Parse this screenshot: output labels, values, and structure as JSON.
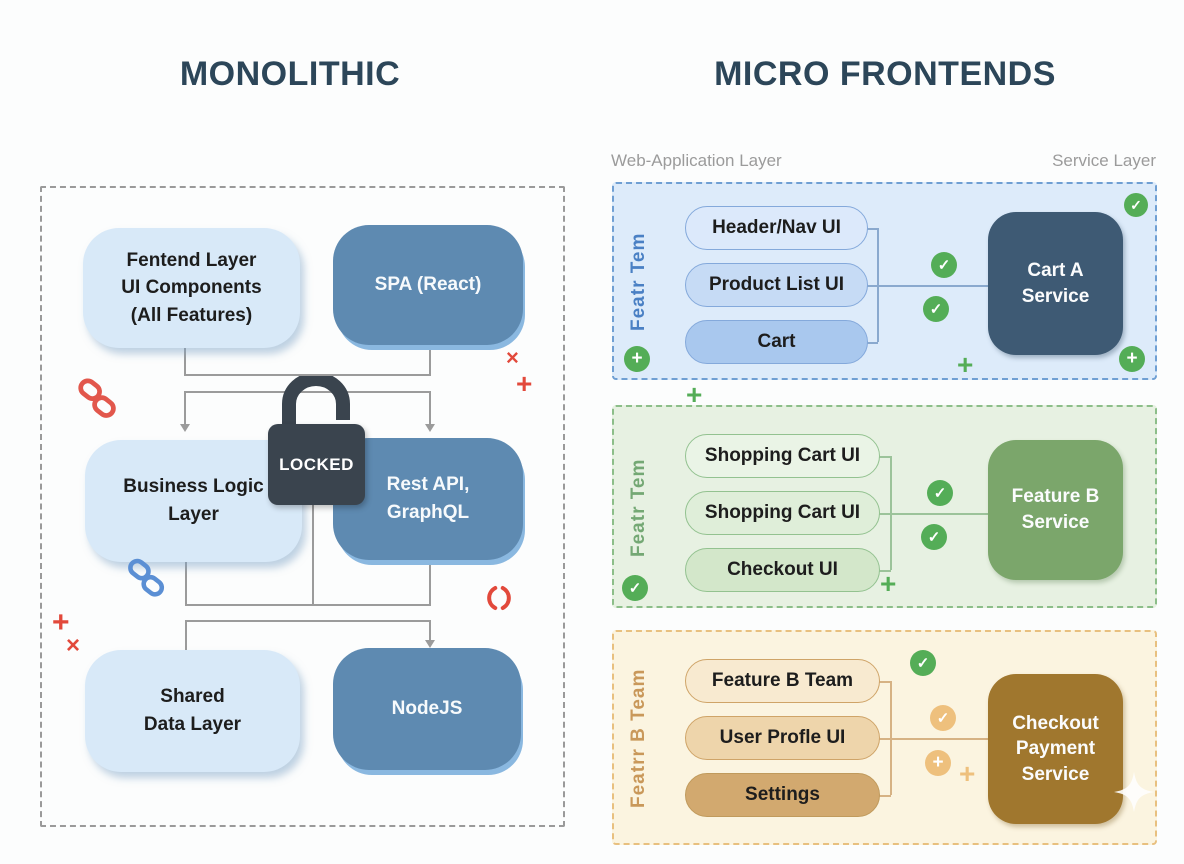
{
  "titles": {
    "left": "MONOLITHIC",
    "right": "MICRO FRONTENDS"
  },
  "layer_labels": {
    "web": "Web-Application Layer",
    "service": "Service Layer"
  },
  "monolith": {
    "frontend": "Fentend Layer\nUI Components\n(All Features)",
    "spa": "SPA (React)",
    "business": "Business Logic\nLayer",
    "rest": "Rest API,\nGraphQL",
    "shared": "Shared\nData Layer",
    "node": "NodeJS",
    "lock": "LOCKED"
  },
  "micro": {
    "rows": [
      {
        "team": "Featr Tem",
        "pill1": "Header/Nav UI",
        "pill2": "Product List UI",
        "pill3": "Cart",
        "service": "Cart A\nService"
      },
      {
        "team": "Featr Tem",
        "pill1": "Shopping Cart UI",
        "pill2": "Shopping Cart UI",
        "pill3": "Checkout UI",
        "service": "Feature B\nService"
      },
      {
        "team": "Featrr B Team",
        "pill1": "Feature B Team",
        "pill2": "User Profle UI",
        "pill3": "Settings",
        "service": "Checkout\nPayment\nService"
      }
    ]
  },
  "glyphs": {
    "check": "✓",
    "plus": "+",
    "cross": "×"
  },
  "colors": {
    "title": "#2c4659",
    "accent_blue": "#5e8ab1",
    "light_blue_box": "#d8e9f8",
    "dark_service": "#3e5a74",
    "green_service": "#7ba66b",
    "brown_service": "#a0772e",
    "success_green": "#54ad57",
    "warn_orange": "#eec07d",
    "error_red": "#e2493b",
    "lock_gray": "#3a444e"
  }
}
